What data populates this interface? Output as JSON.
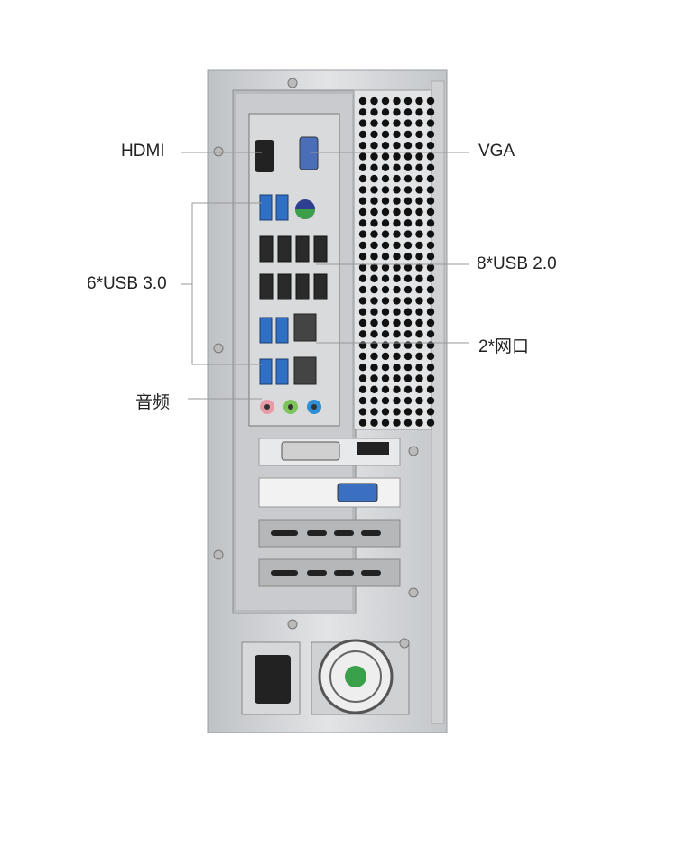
{
  "labels": {
    "hdmi": "HDMI",
    "vga": "VGA",
    "usb3": "6*USB 3.0",
    "usb2": "8*USB 2.0",
    "lan": "2*网口",
    "audio": "音频"
  },
  "colors": {
    "chassis": "#d3d5d8",
    "usb3_blue": "#2f6fc4",
    "audio_pink": "#e89aa6",
    "audio_green": "#7dc45a",
    "audio_blue": "#2d8fd6"
  }
}
